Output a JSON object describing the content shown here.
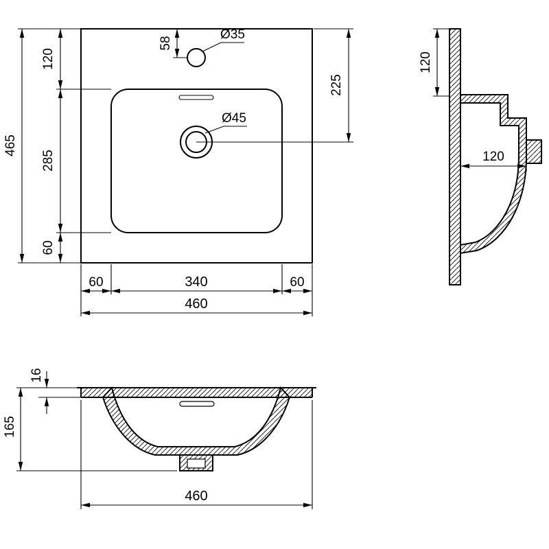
{
  "page": {
    "background": "#ffffff",
    "line_color": "#000000"
  },
  "plan_view": {
    "overall_width": "460",
    "overall_height": "465",
    "top_margin": "120",
    "basin_length": "285",
    "bottom_margin": "60",
    "left_margin": "60",
    "basin_width": "340",
    "right_margin": "60",
    "faucet_offset": "58",
    "faucet_hole_diameter": "Ø35",
    "drain_diameter": "Ø45",
    "drain_offset_from_back": "225"
  },
  "side_section": {
    "deck_ledge": "120",
    "bowl_depth": "120"
  },
  "front_section": {
    "rim_thickness": "16",
    "overall_height": "165",
    "overall_width": "460"
  }
}
